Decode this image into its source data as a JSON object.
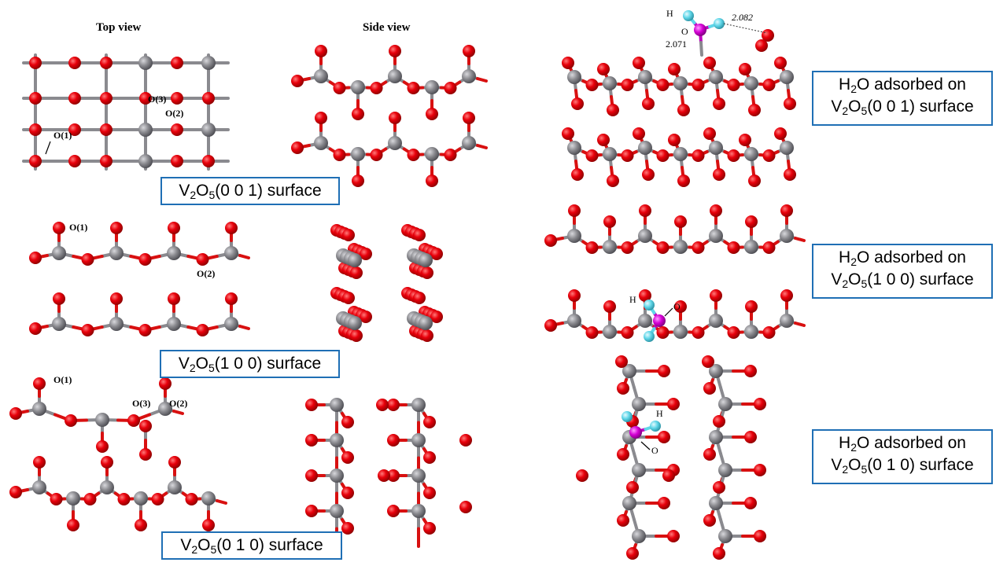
{
  "views": {
    "top": "Top view",
    "side": "Side view"
  },
  "atom_labels": {
    "o1": "O(1)",
    "o2": "O(2)",
    "o3": "O(3)",
    "h": "H",
    "o": "O"
  },
  "distances": {
    "d1": "2.082",
    "d2": "2.071"
  },
  "labels": {
    "s001": {
      "pre": "V",
      "sub1": "2",
      "mid": "O",
      "sub2": "5",
      "post": "(0 0 1) surface"
    },
    "s100": {
      "pre": "V",
      "sub1": "2",
      "mid": "O",
      "sub2": "5",
      "post": "(1 0 0) surface"
    },
    "s010": {
      "pre": "V",
      "sub1": "2",
      "mid": "O",
      "sub2": "5",
      "post": "(0 1 0) surface"
    },
    "a001": {
      "line1": "H",
      "line1_sub": "2",
      "line1_post": "O adsorbed on",
      "pre": "V",
      "sub1": "2",
      "mid": "O",
      "sub2": "5",
      "post": "(0 0 1) surface"
    },
    "a100": {
      "line1": "H",
      "line1_sub": "2",
      "line1_post": "O adsorbed on",
      "pre": "V",
      "sub1": "2",
      "mid": "O",
      "sub2": "5",
      "post": "(1 0 0) surface"
    },
    "a010": {
      "line1": "H",
      "line1_sub": "2",
      "line1_post": "O adsorbed on",
      "pre": "V",
      "sub1": "2",
      "mid": "O",
      "sub2": "5",
      "post": "(0 1 0) surface"
    }
  },
  "colors": {
    "oxygen": "#e8000b",
    "vanadium": "#8a8a8f",
    "hydrogen": "#5fd6e8",
    "water_oxygen": "#d400d4",
    "label_border": "#1f6fb5"
  }
}
